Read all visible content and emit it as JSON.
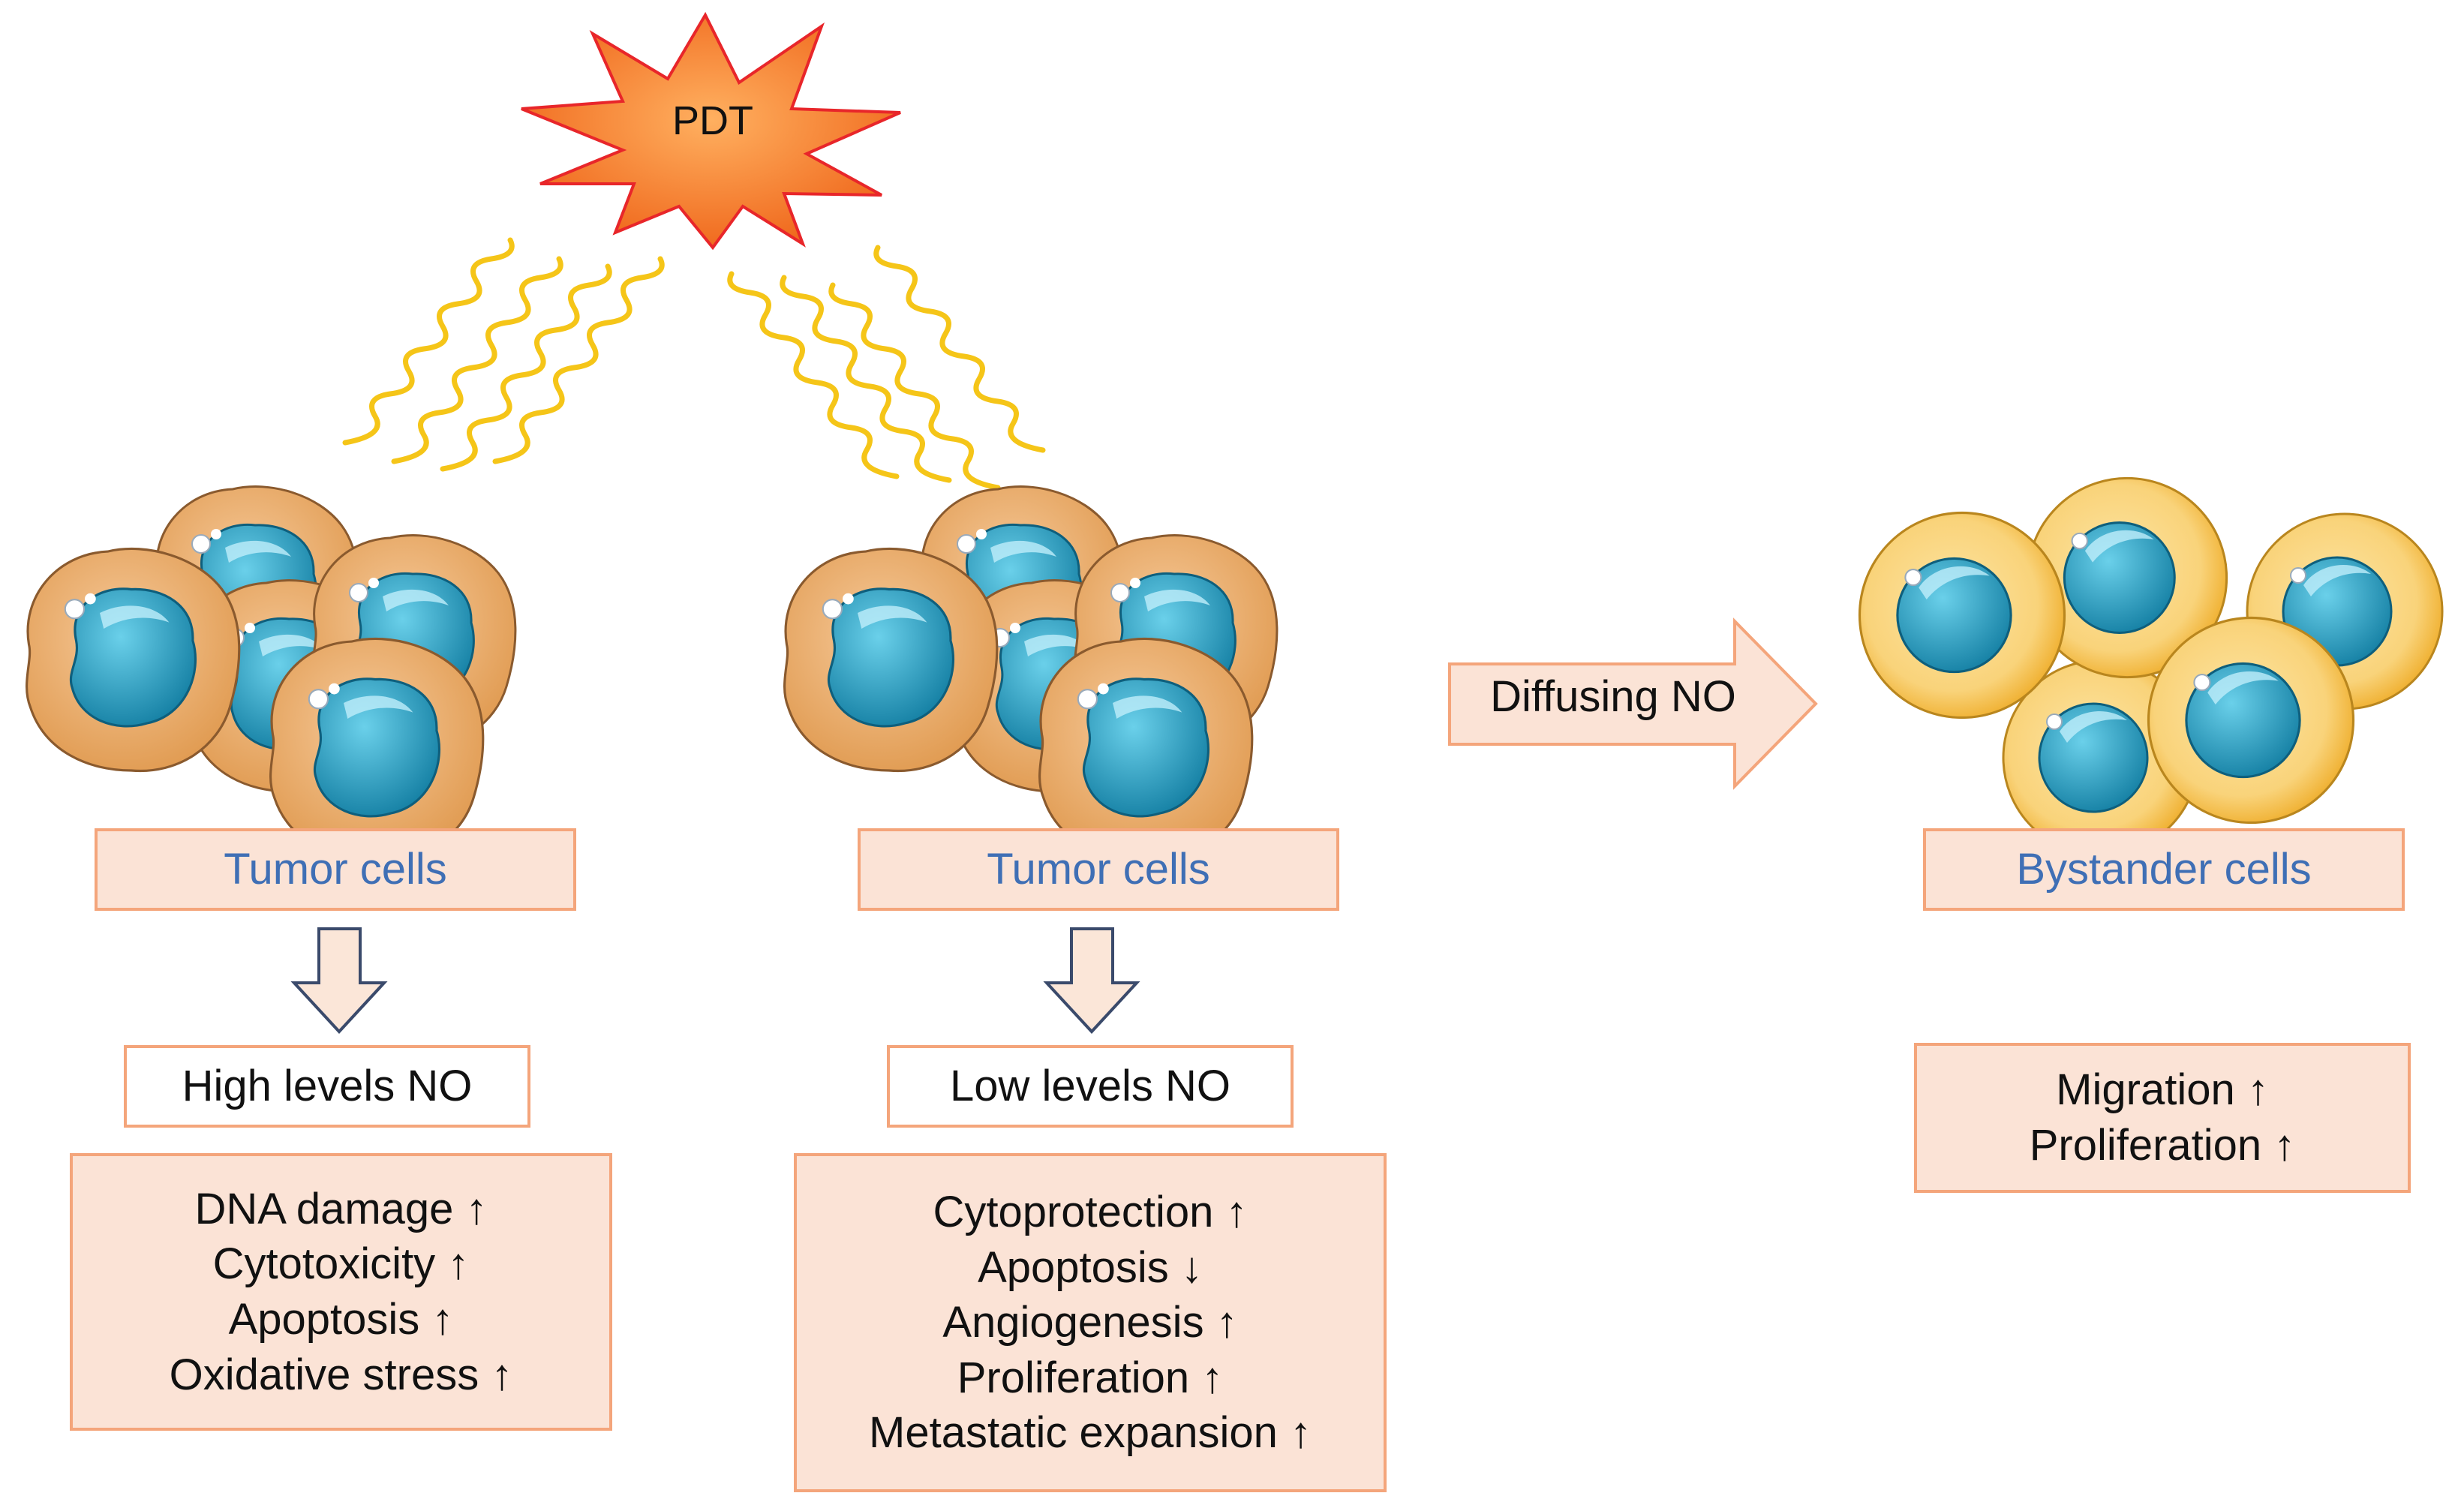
{
  "pdt": {
    "label": "PDT"
  },
  "left": {
    "cell_label": "Tumor cells",
    "level_label": "High levels NO",
    "effects": [
      "DNA damage ↑",
      "Cytotoxicity ↑",
      "Apoptosis ↑",
      "Oxidative stress ↑"
    ]
  },
  "middle": {
    "cell_label": "Tumor cells",
    "level_label": "Low levels NO",
    "effects": [
      "Cytoprotection ↑",
      "Apoptosis ↓",
      "Angiogenesis ↑",
      "Proliferation  ↑",
      "Metastatic expansion ↑"
    ]
  },
  "arrow": {
    "label": "Diffusing NO"
  },
  "right": {
    "cell_label": "Bystander cells",
    "effects": [
      "Migration ↑",
      "Proliferation ↑"
    ]
  },
  "colors": {
    "box_fill": "#fbe3d6",
    "box_border": "#f4a57b",
    "label_text": "#3f6fb5",
    "tumor_cell": "#e8a860",
    "bystander_cell": "#f7c344",
    "nucleus": "#1f9bc0",
    "burst": "#f57d2b",
    "light_wave": "#f5c518"
  }
}
